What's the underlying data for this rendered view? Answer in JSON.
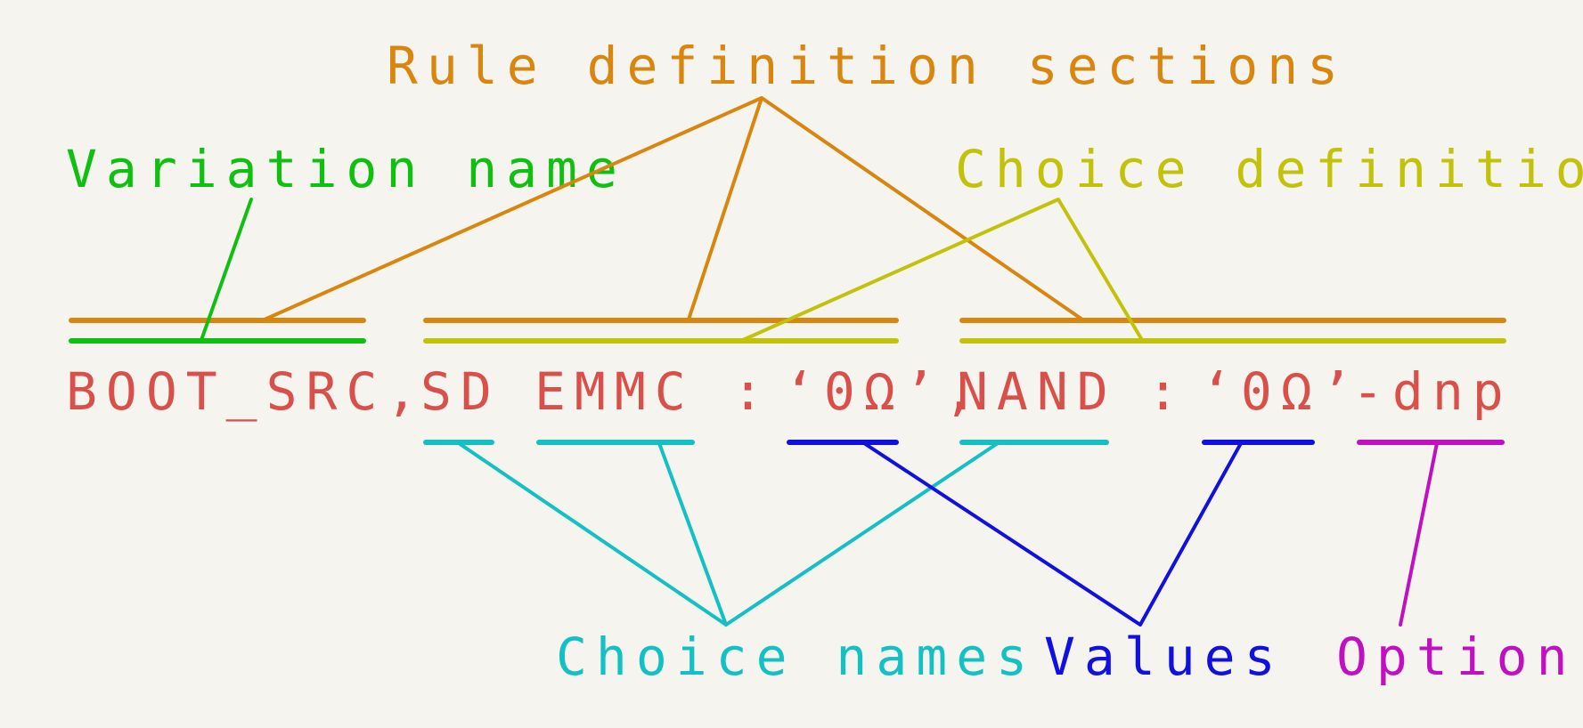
{
  "expression": {
    "variation": "BOOT_SRC,",
    "choice1_name": "SD",
    "choice2_name": "EMMC",
    "sep1": ":",
    "value1": "‘0Ω’,",
    "choice3_name": "NAND",
    "sep2": ":",
    "value2": "‘0Ω’",
    "option": "-dnp"
  },
  "labels": {
    "rule_sections": "Rule definition sections",
    "variation_name": "Variation name",
    "choice_definitions": "Choice definitions",
    "choice_names": "Choice names",
    "values": "Values",
    "option": "Option"
  },
  "colors": {
    "background": "#f5f4ef",
    "expression": "#d9504a",
    "rule_sections": "#d9860f",
    "variation_name": "#10c010",
    "choice_definitions": "#c2c20a",
    "choice_names": "#13c0c4",
    "values": "#1010e0",
    "option": "#c010c0"
  }
}
